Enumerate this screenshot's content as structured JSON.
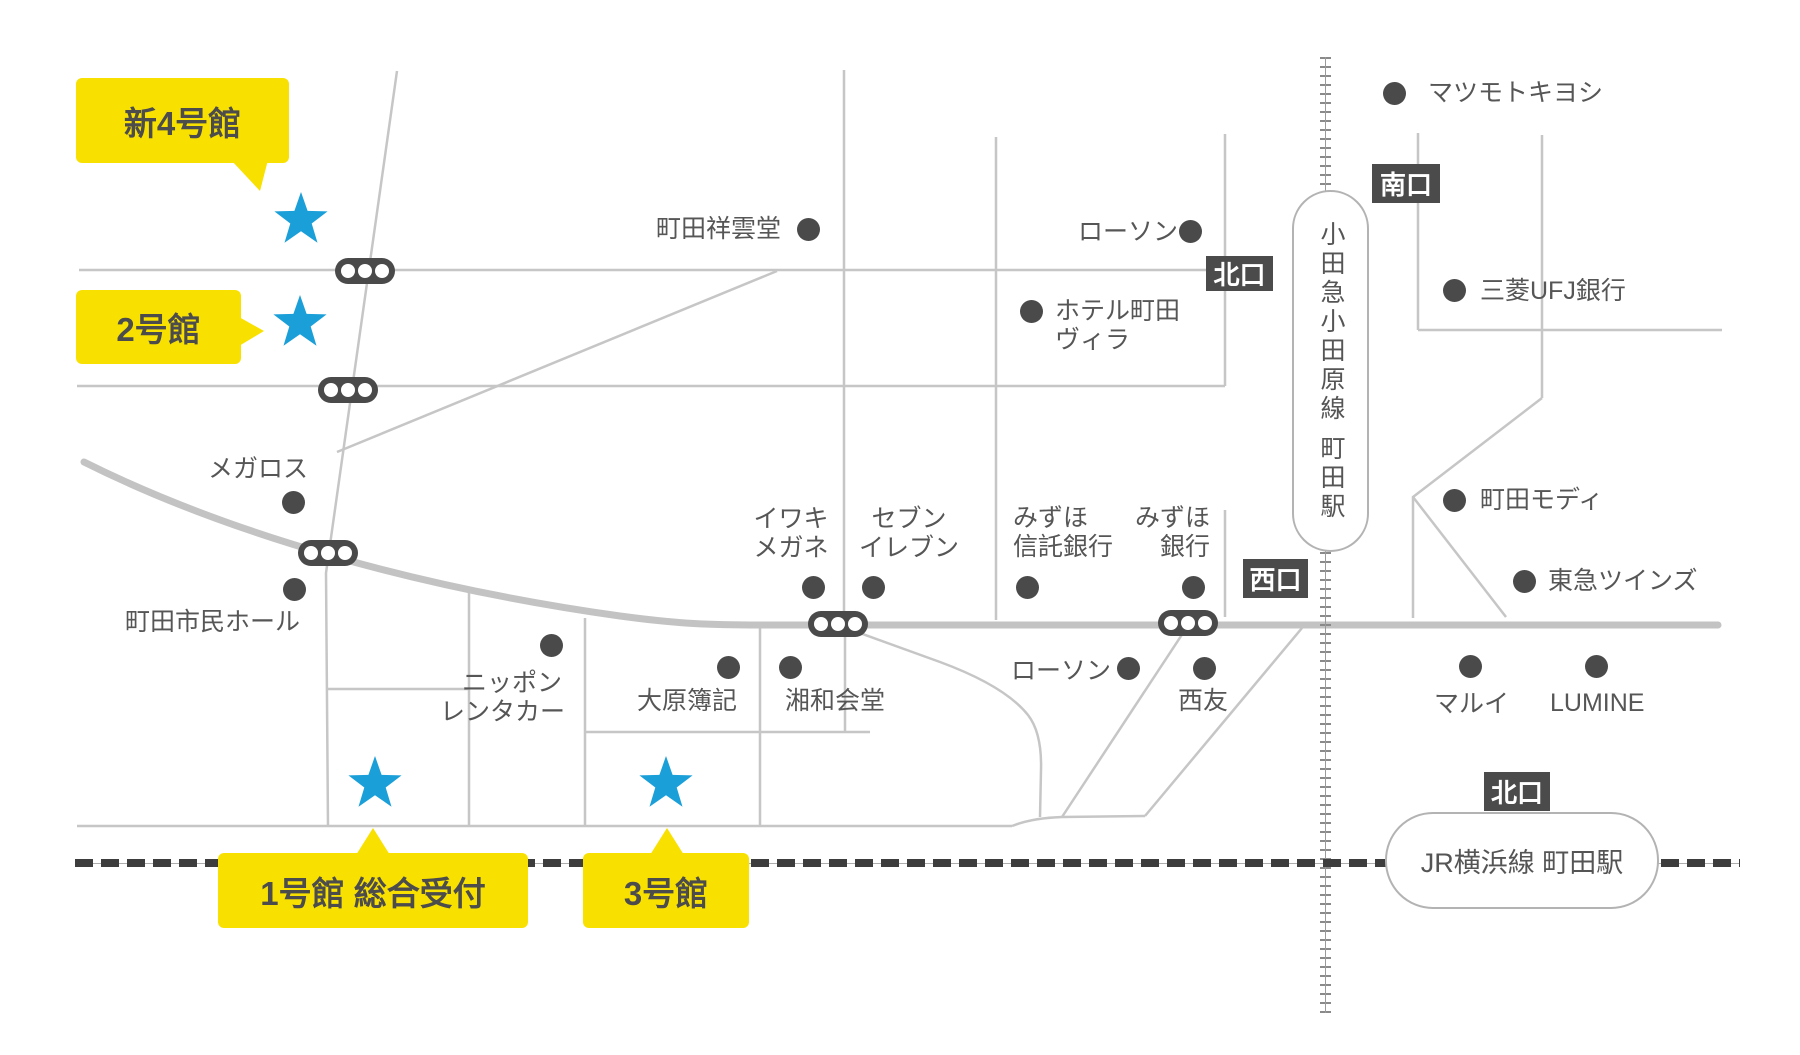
{
  "map_title": "access-map-machida",
  "colors": {
    "accent_yellow": "#f8e100",
    "star_blue": "#1b9fd8",
    "dark_gray": "#4a4a4a",
    "road_gray": "#c6c6c6",
    "label_gray": "#565656"
  },
  "buildings": [
    {
      "id": "shin-4gokan",
      "label": "新4号館"
    },
    {
      "id": "2gokan",
      "label": "2号館"
    },
    {
      "id": "1gokan",
      "label": "1号館 総合受付"
    },
    {
      "id": "3gokan",
      "label": "3号館"
    }
  ],
  "stations": {
    "odakyu": {
      "label": "小田急小田原線 町田駅"
    },
    "jr": {
      "label": "JR横浜線 町田駅"
    }
  },
  "exits": [
    {
      "id": "odakyu-north",
      "label": "北口"
    },
    {
      "id": "odakyu-south",
      "label": "南口"
    },
    {
      "id": "odakyu-west",
      "label": "西口"
    },
    {
      "id": "jr-north",
      "label": "北口"
    }
  ],
  "landmarks": [
    {
      "label": "マツモトキヨシ"
    },
    {
      "label": "町田祥雲堂"
    },
    {
      "label": "ローソン"
    },
    {
      "line1": "ホテル町田",
      "line2": "ヴィラ"
    },
    {
      "label": "三菱UFJ銀行"
    },
    {
      "label": "町田モディ"
    },
    {
      "label": "東急ツインズ"
    },
    {
      "label": "メガロス"
    },
    {
      "label": "町田市民ホール"
    },
    {
      "line1": "イワキ",
      "line2": "メガネ"
    },
    {
      "line1": "セブン",
      "line2": "イレブン"
    },
    {
      "line1": "みずほ",
      "line2": "信託銀行"
    },
    {
      "line1": "みずほ",
      "line2": "銀行"
    },
    {
      "label": "ローソン"
    },
    {
      "label": "西友"
    },
    {
      "label": "マルイ"
    },
    {
      "label": "LUMINE"
    },
    {
      "line1": "ニッポン",
      "line2": "レンタカー"
    },
    {
      "label": "大原簿記"
    },
    {
      "label": "湘和会堂"
    }
  ]
}
